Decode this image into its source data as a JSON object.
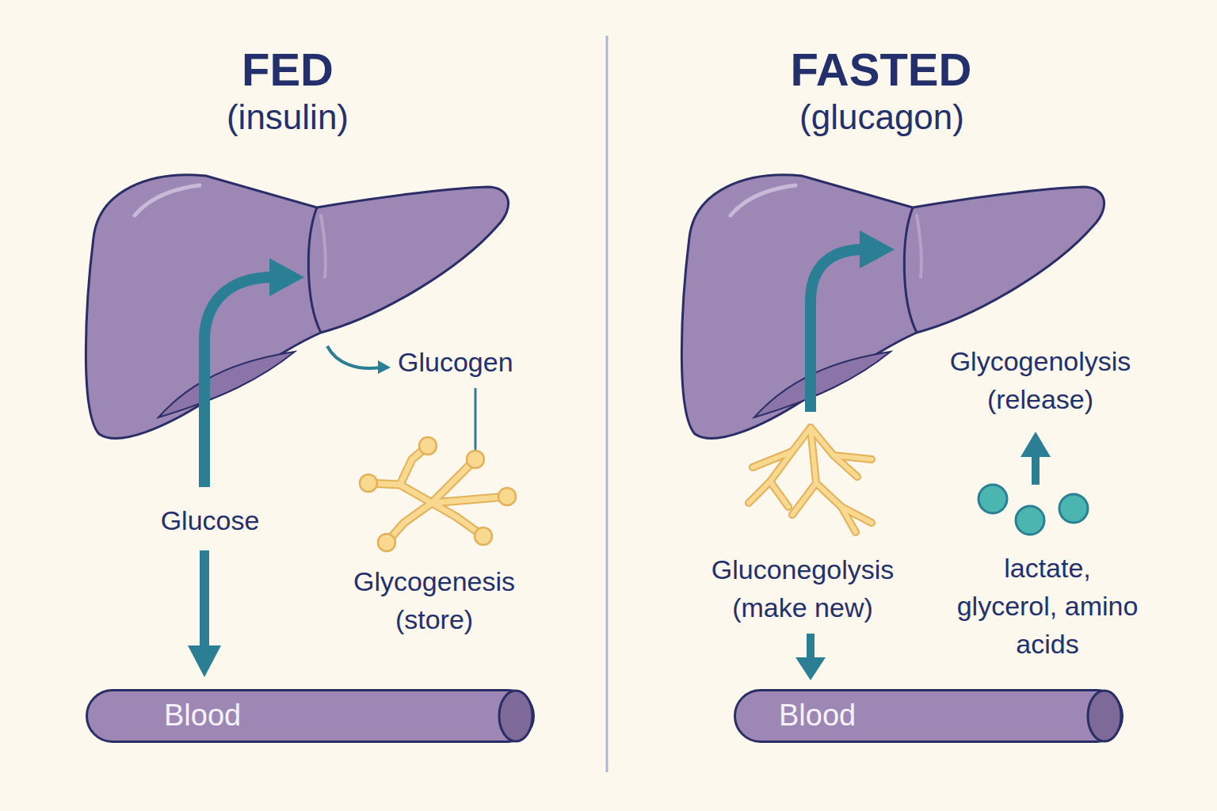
{
  "diagram": {
    "nodes": [
      {
        "text": [
          "Blood"
        ]
      },
      {
        "text": [
          "Blood"
        ]
      }
    ],
    "labels": [
      "FED",
      "(insulin)",
      "Glucose",
      "Glucogen",
      "Glycogenesis (store)",
      "FASTED",
      "(glucagon)",
      "Glycogenolysis (release)",
      "Gluconegolysis (make new)",
      "lactate, glycerol, amino acids"
    ]
  }
}
